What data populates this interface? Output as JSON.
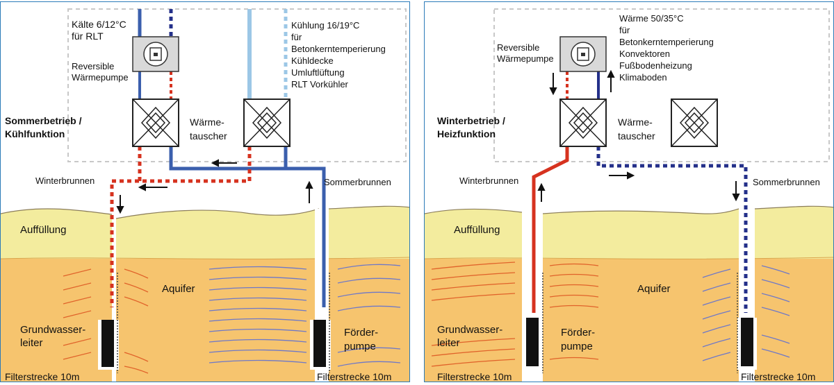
{
  "summer": {
    "mode_title": "Sommerbetrieb /",
    "mode_subtitle": "Kühlfunktion",
    "cold_supply": "Kälte 6/12°C",
    "cold_supply_target": "für RLT",
    "heat_pump": [
      "Reversible",
      "Wärmepumpe"
    ],
    "cooling_title": "Kühlung 16/19°C",
    "cooling_uses": [
      "für",
      "Betonkerntemperierung",
      "Kühldecke",
      "Umluftlüftung",
      "RLT Vorkühler"
    ],
    "exchanger": [
      "Wärme-",
      "tauscher"
    ],
    "winter_well": "Winterbrunnen",
    "summer_well": "Sommerbrunnen",
    "fill": "Auffüllung",
    "aquifer": "Aquifer",
    "groundwater": [
      "Grundwasser-",
      "leiter"
    ],
    "pump": [
      "Förder-",
      "pumpe"
    ],
    "filter_left": "Filterstrecke 10m",
    "filter_right": "Filterstrecke 10m"
  },
  "winter": {
    "mode_title": "Winterbetrieb /",
    "mode_subtitle": "Heizfunktion",
    "heat_supply": "Wärme 50/35°C",
    "heat_uses": [
      "für",
      "Betonkerntemperierung",
      "Konvektoren",
      "Fußbodenheizung",
      "Klimaboden"
    ],
    "heat_pump": [
      "Reversible",
      "Wärmepumpe"
    ],
    "exchanger": [
      "Wärme-",
      "tauscher"
    ],
    "winter_well": "Winterbrunnen",
    "summer_well": "Sommerbrunnen",
    "fill": "Auffüllung",
    "aquifer": "Aquifer",
    "groundwater": [
      "Grundwasser-",
      "leiter"
    ],
    "pump": [
      "Förder-",
      "pumpe"
    ],
    "filter_left": "Filterstrecke 10m",
    "filter_right": "Filterstrecke 10m"
  },
  "colors": {
    "fill_layer": "#f3ec9e",
    "aquifer_layer": "#f6c46e",
    "cold_pipe": "#3b5fad",
    "cold_dotted": "#24308a",
    "warm_pipe": "#d6321f",
    "light_pipe": "#9cc7e6",
    "frame": "#2a7ab8"
  }
}
